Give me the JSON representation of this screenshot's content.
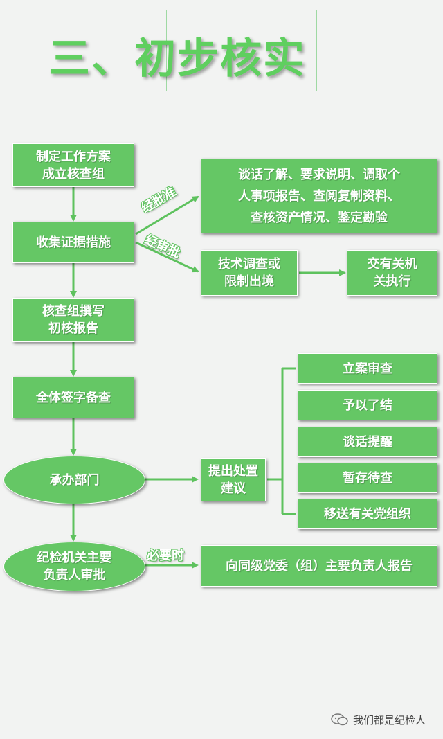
{
  "title": "三、初步核实",
  "boxes": {
    "make_plan": "制定工作方案\n成立核查组",
    "collect_evidence": "收集证据措施",
    "talk_measures": "谈话了解、要求说明、调取个\n人事项报告、查阅复制资料、\n查核资产情况、鉴定勘验",
    "tech_investigation": "技术调查或\n限制出境",
    "hand_over": "交有关机\n关执行",
    "write_report": "核查组撰写\n初核报告",
    "sign_file": "全体签字备查",
    "undertaking_dept": "承办部门",
    "propose": "提出处置\n建议",
    "approval": "纪检机关主要\n负责人审批",
    "report_committee": "向同级党委（组）主要负责人报告"
  },
  "options": [
    "立案审查",
    "予以了结",
    "谈话提醒",
    "暂存待查",
    "移送有关党组织"
  ],
  "edge_labels": {
    "approved": "经批准",
    "audited": "经审批",
    "necessary": "必要时"
  },
  "watermark": "我们都是纪检人",
  "colors": {
    "box_fill": "#65c765",
    "arrow": "#5ec25e",
    "background": "#f2f3f2",
    "title": "#5fcf5f"
  }
}
